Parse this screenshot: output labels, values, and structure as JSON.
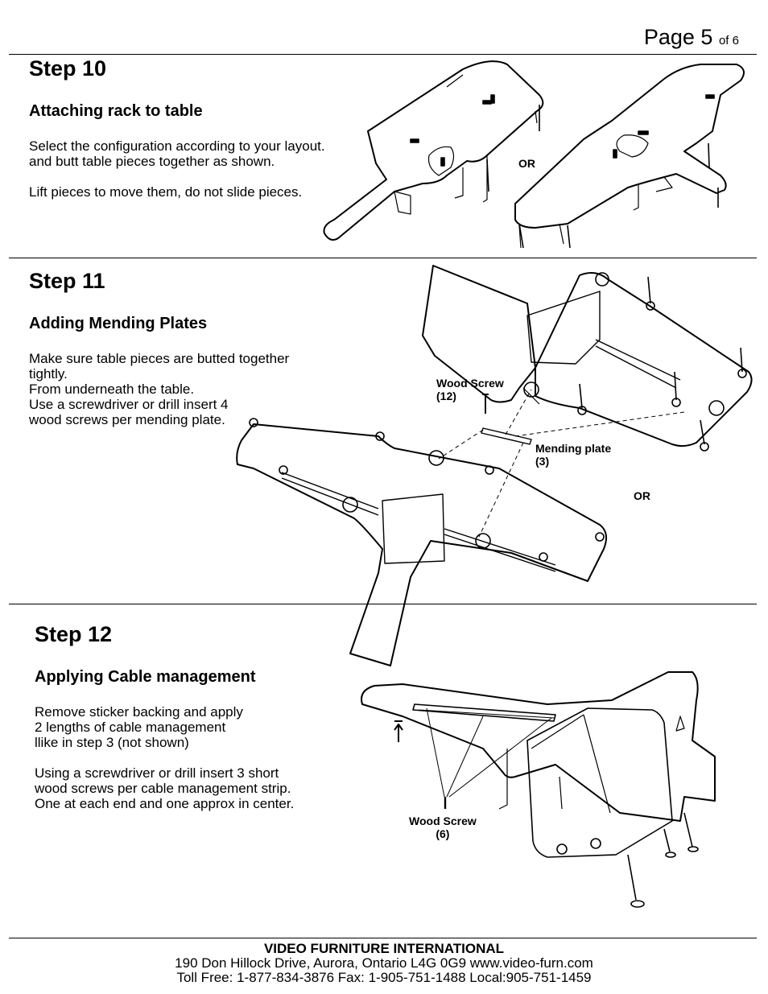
{
  "page": {
    "label": "Page 5",
    "of": "of 6"
  },
  "step10": {
    "title": "Step 10",
    "subtitle": "Attaching rack to table",
    "lines": [
      "Select the configuration according to your layout.",
      "and butt table pieces together as shown.",
      "",
      "Lift pieces to move them, do not slide pieces."
    ],
    "or_label": "OR"
  },
  "step11": {
    "title": "Step 11",
    "subtitle": "Adding Mending Plates",
    "lines": [
      "Make sure table pieces are butted together",
      "tightly.",
      "From underneath the table.",
      "Use a screwdriver or drill insert 4",
      "wood screws per mending plate."
    ],
    "wood_screw": {
      "label": "Wood Screw",
      "qty": "(12)"
    },
    "mending_plate": {
      "label": "Mending plate",
      "qty": "(3)"
    },
    "or_label": "OR"
  },
  "step12": {
    "title": "Step 12",
    "subtitle": "Applying Cable management",
    "lines": [
      "Remove sticker backing and apply",
      "2 lengths of cable management",
      "llike in step 3 (not shown)",
      "",
      "Using a screwdriver or drill insert 3 short",
      "wood screws per cable management strip.",
      "One at each end and one approx in center."
    ],
    "wood_screw": {
      "label": "Wood Screw",
      "qty": "(6)"
    }
  },
  "footer": {
    "company": "VIDEO FURNITURE INTERNATIONAL",
    "address": "190 Don Hillock Drive,  Aurora, Ontario  L4G 0G9    www.video-furn.com",
    "phones": "Toll Free: 1-877-834-3876      Fax: 1-905-751-1488  Local:905-751-1459"
  }
}
